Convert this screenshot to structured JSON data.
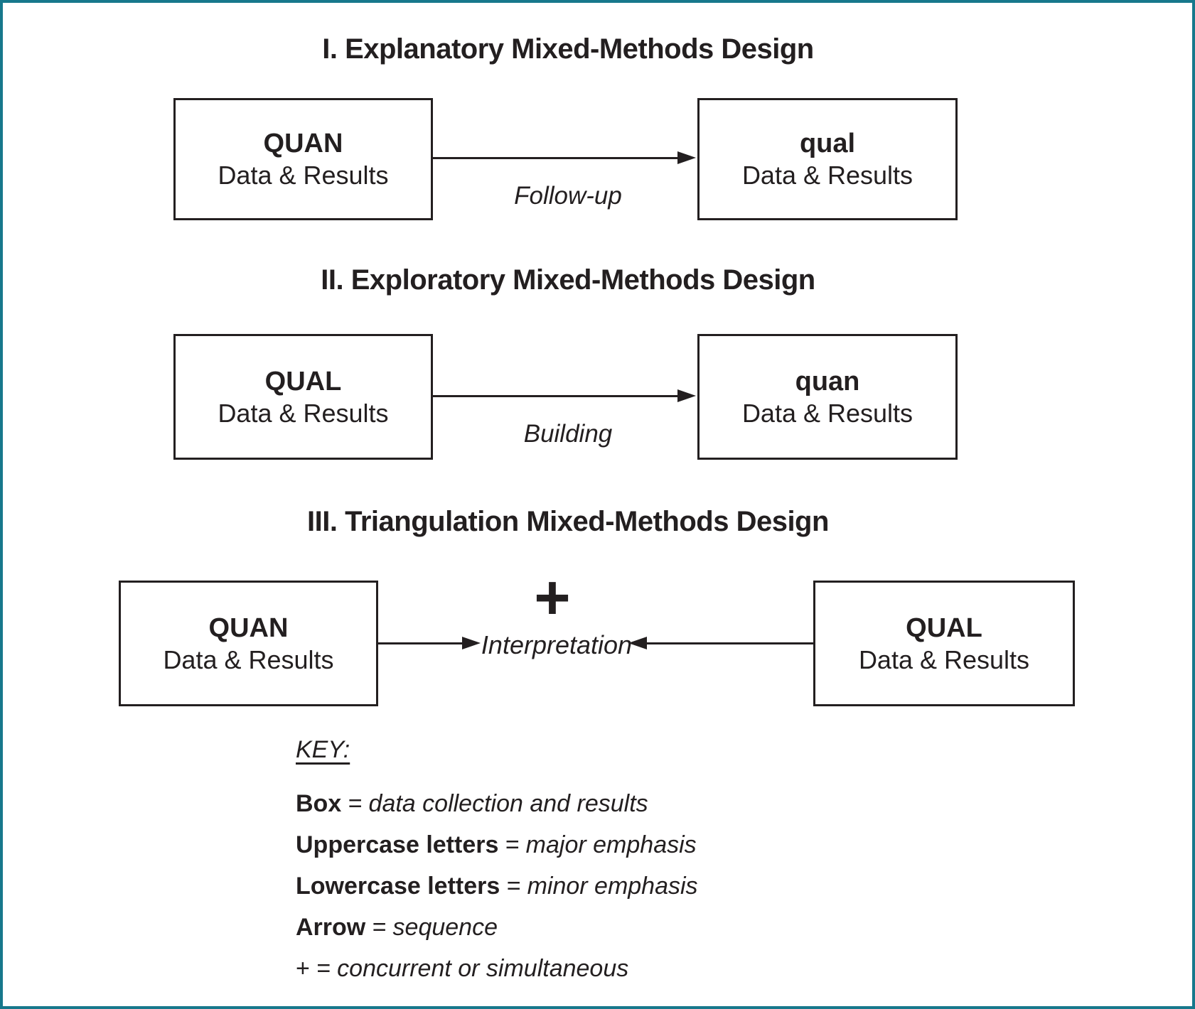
{
  "figure": {
    "frame_color": "#17788c",
    "ink_color": "#231f20",
    "sections": [
      {
        "title": "I. Explanatory Mixed-Methods Design",
        "left_box": {
          "label": "QUAN",
          "sublabel": "Data & Results"
        },
        "right_box": {
          "label": "qual",
          "sublabel": "Data & Results"
        },
        "arrow_label": "Follow-up"
      },
      {
        "title": "II. Exploratory Mixed-Methods Design",
        "left_box": {
          "label": "QUAL",
          "sublabel": "Data & Results"
        },
        "right_box": {
          "label": "quan",
          "sublabel": "Data & Results"
        },
        "arrow_label": "Building"
      },
      {
        "title": "III. Triangulation Mixed-Methods Design",
        "left_box": {
          "label": "QUAN",
          "sublabel": "Data & Results"
        },
        "right_box": {
          "label": "QUAL",
          "sublabel": "Data & Results"
        },
        "plus_symbol": "+",
        "center_label": "Interpretation"
      }
    ],
    "key": {
      "title": "KEY:",
      "entries": [
        {
          "term": "Box",
          "definition": "= data collection and results"
        },
        {
          "term": "Uppercase letters",
          "definition": "= major emphasis"
        },
        {
          "term": "Lowercase letters",
          "definition": "= minor emphasis"
        },
        {
          "term": "Arrow",
          "definition": "= sequence"
        },
        {
          "term": "+",
          "definition": "= concurrent or simultaneous"
        }
      ]
    }
  }
}
